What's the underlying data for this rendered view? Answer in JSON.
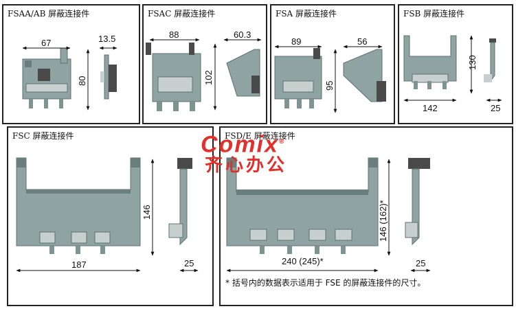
{
  "panels": {
    "fsaa_ab": {
      "title": "FSAA/AB 屏蔽连接件",
      "dims": [
        "67",
        "13.5",
        "80"
      ]
    },
    "fsac": {
      "title": "FSAC 屏蔽连接件",
      "dims": [
        "88",
        "60.3",
        "102"
      ]
    },
    "fsa": {
      "title": "FSA 屏蔽连接件",
      "dims": [
        "89",
        "56",
        "95"
      ]
    },
    "fsb": {
      "title": "FSB 屏蔽连接件",
      "dims": [
        "130",
        "142",
        "25"
      ]
    },
    "fsc": {
      "title": "FSC 屏蔽连接件",
      "dims": [
        "146",
        "187",
        "25"
      ]
    },
    "fsd_e": {
      "title": "FSD/E 屏蔽连接件",
      "dims": [
        "146 (162)*",
        "240 (245)*",
        "25"
      ]
    }
  },
  "footnote": "* 括号内的数据表示适用于 FSE 的屏蔽连接件的尺寸。",
  "watermark": {
    "brand": "Comix",
    "registered": "®",
    "tagline": "齐心办公",
    "color": "#e0302c"
  },
  "colors": {
    "plate": "#8fa3a3",
    "plate_dark": "#5d7272",
    "bracket": "#4a4a4a",
    "terminal": "#c8cfcf"
  }
}
